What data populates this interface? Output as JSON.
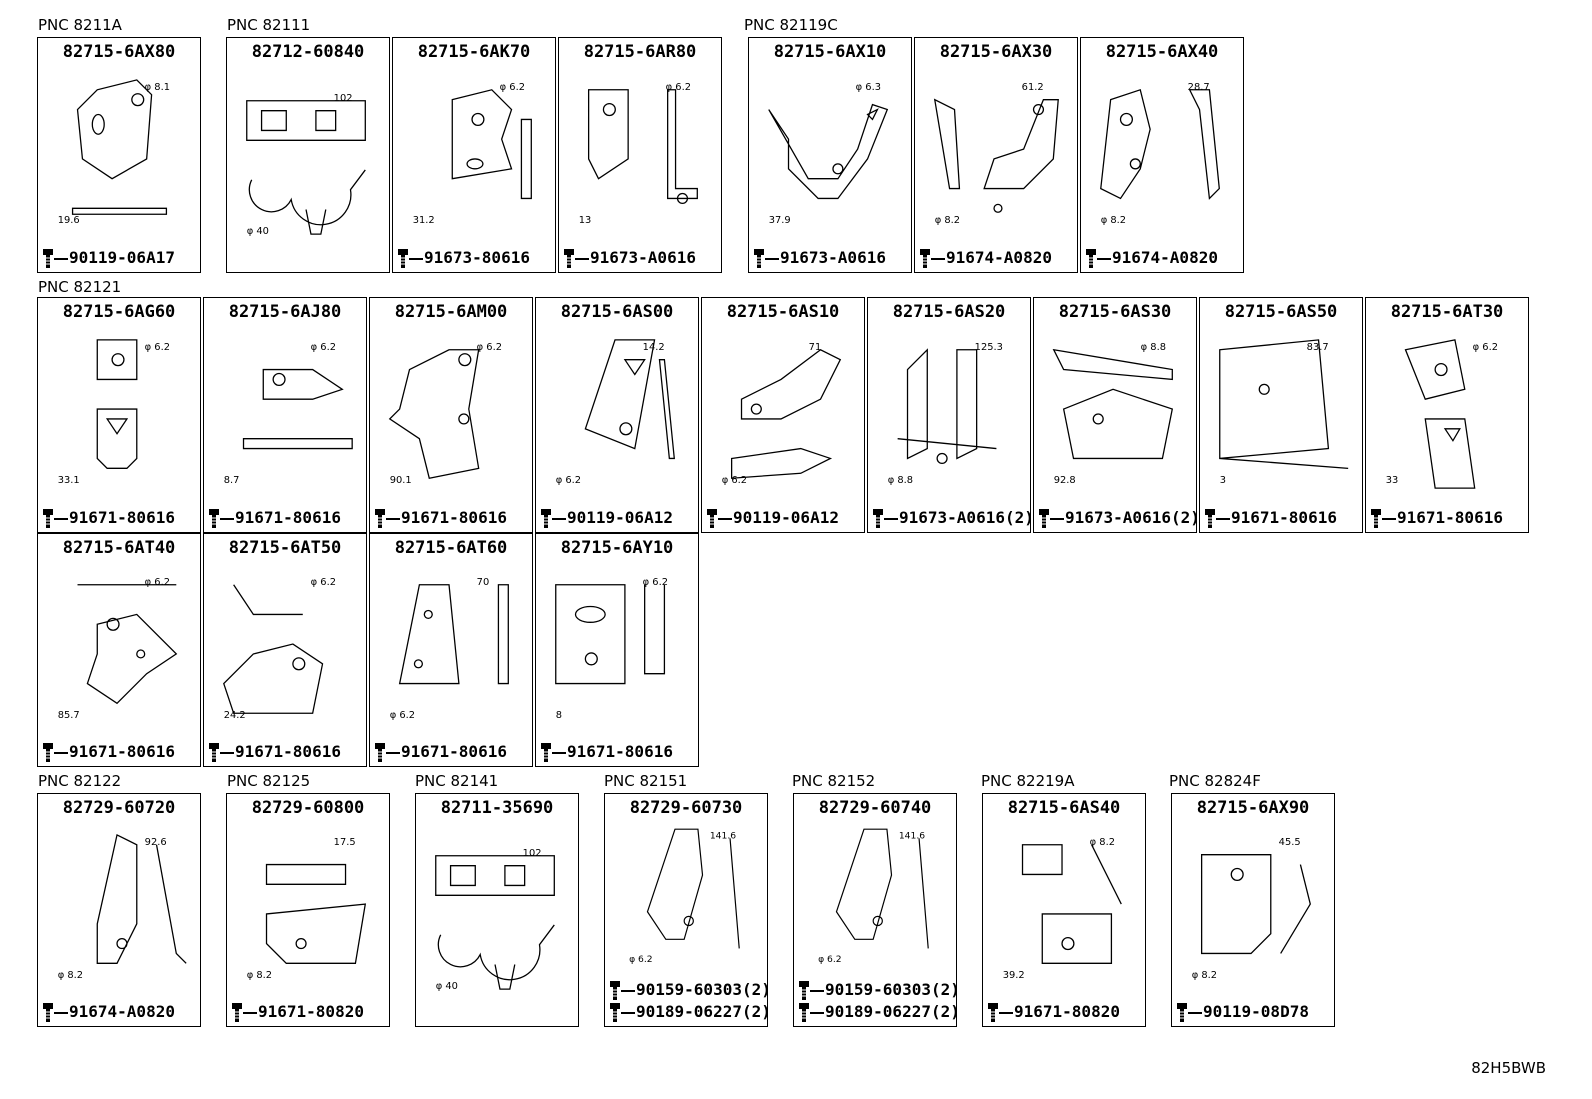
{
  "pncs": [
    {
      "id": "pnc1",
      "label": "PNC 8211A"
    },
    {
      "id": "pnc2",
      "label": "PNC 82111"
    },
    {
      "id": "pnc3",
      "label": "PNC 82119C"
    },
    {
      "id": "pnc4",
      "label": "PNC 82121"
    },
    {
      "id": "pnc5",
      "label": "PNC 82122"
    },
    {
      "id": "pnc6",
      "label": "PNC 82125"
    },
    {
      "id": "pnc7",
      "label": "PNC 82141"
    },
    {
      "id": "pnc8",
      "label": "PNC 82151"
    },
    {
      "id": "pnc9",
      "label": "PNC 82152"
    },
    {
      "id": "pnc10",
      "label": "PNC 82219A"
    },
    {
      "id": "pnc11",
      "label": "PNC 82824F"
    }
  ],
  "cells": [
    {
      "part": "82715-6AX80",
      "bolts": [
        "90119-06A17"
      ],
      "dims": [
        "φ 8.1",
        "19.6"
      ]
    },
    {
      "part": "82712-60840",
      "bolts": [],
      "dims": [
        "102",
        "φ 40"
      ]
    },
    {
      "part": "82715-6AK70",
      "bolts": [
        "91673-80616"
      ],
      "dims": [
        "φ 6.2",
        "31.2"
      ]
    },
    {
      "part": "82715-6AR80",
      "bolts": [
        "91673-A0616"
      ],
      "dims": [
        "φ 6.2",
        "13"
      ]
    },
    {
      "part": "82715-6AX10",
      "bolts": [
        "91673-A0616"
      ],
      "dims": [
        "φ 6.3",
        "37.9"
      ]
    },
    {
      "part": "82715-6AX30",
      "bolts": [
        "91674-A0820"
      ],
      "dims": [
        "61.2",
        "φ 8.2"
      ]
    },
    {
      "part": "82715-6AX40",
      "bolts": [
        "91674-A0820"
      ],
      "dims": [
        "28.7",
        "φ 8.2"
      ]
    },
    {
      "part": "82715-6AG60",
      "bolts": [
        "91671-80616"
      ],
      "dims": [
        "φ 6.2",
        "33.1"
      ]
    },
    {
      "part": "82715-6AJ80",
      "bolts": [
        "91671-80616"
      ],
      "dims": [
        "φ 6.2",
        "8.7"
      ]
    },
    {
      "part": "82715-6AM00",
      "bolts": [
        "91671-80616"
      ],
      "dims": [
        "φ 6.2",
        "90.1"
      ]
    },
    {
      "part": "82715-6AS00",
      "bolts": [
        "90119-06A12"
      ],
      "dims": [
        "14.2",
        "φ 6.2"
      ]
    },
    {
      "part": "82715-6AS10",
      "bolts": [
        "90119-06A12"
      ],
      "dims": [
        "71",
        "φ 6.2"
      ]
    },
    {
      "part": "82715-6AS20",
      "bolts": [
        "91673-A0616(2)"
      ],
      "dims": [
        "125.3",
        "φ 8.8"
      ]
    },
    {
      "part": "82715-6AS30",
      "bolts": [
        "91673-A0616(2)"
      ],
      "dims": [
        "φ 8.8",
        "92.8"
      ]
    },
    {
      "part": "82715-6AS50",
      "bolts": [
        "91671-80616"
      ],
      "dims": [
        "83.7",
        "3"
      ]
    },
    {
      "part": "82715-6AT30",
      "bolts": [
        "91671-80616"
      ],
      "dims": [
        "φ 6.2",
        "33"
      ]
    },
    {
      "part": "82715-6AT40",
      "bolts": [
        "91671-80616"
      ],
      "dims": [
        "φ 6.2",
        "85.7"
      ]
    },
    {
      "part": "82715-6AT50",
      "bolts": [
        "91671-80616"
      ],
      "dims": [
        "φ 6.2",
        "24.2"
      ]
    },
    {
      "part": "82715-6AT60",
      "bolts": [
        "91671-80616"
      ],
      "dims": [
        "70",
        "φ 6.2"
      ]
    },
    {
      "part": "82715-6AY10",
      "bolts": [
        "91671-80616"
      ],
      "dims": [
        "φ 6.2",
        "8"
      ]
    },
    {
      "part": "82729-60720",
      "bolts": [
        "91674-A0820"
      ],
      "dims": [
        "92.6",
        "φ 8.2"
      ]
    },
    {
      "part": "82729-60800",
      "bolts": [
        "91671-80820"
      ],
      "dims": [
        "17.5",
        "φ 8.2"
      ]
    },
    {
      "part": "82711-35690",
      "bolts": [],
      "dims": [
        "102",
        "φ 40"
      ]
    },
    {
      "part": "82729-60730",
      "bolts": [
        "90159-60303(2)",
        "90189-06227(2)"
      ],
      "dims": [
        "141.6",
        "φ 6.2"
      ]
    },
    {
      "part": "82729-60740",
      "bolts": [
        "90159-60303(2)",
        "90189-06227(2)"
      ],
      "dims": [
        "141.6",
        "φ 6.2"
      ]
    },
    {
      "part": "82715-6AS40",
      "bolts": [
        "91671-80820"
      ],
      "dims": [
        "φ 8.2",
        "39.2"
      ]
    },
    {
      "part": "82715-6AX90",
      "bolts": [
        "90119-08D78"
      ],
      "dims": [
        "45.5",
        "φ 8.2"
      ]
    }
  ],
  "illustration_code": "82H5BWB"
}
